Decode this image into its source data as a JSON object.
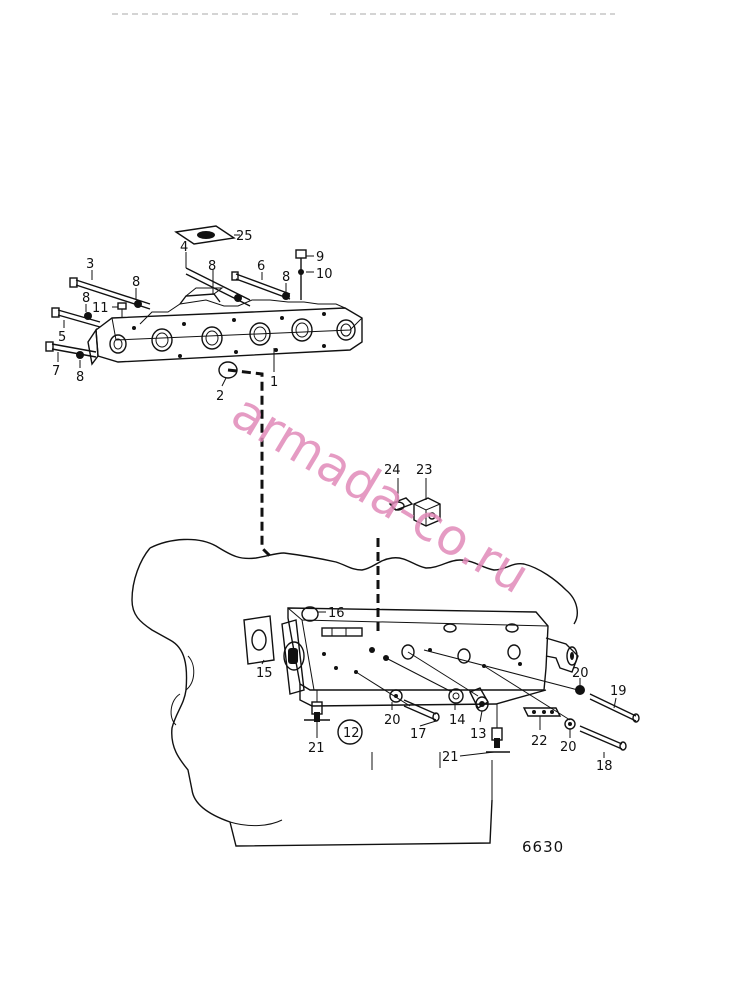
{
  "figure_number": "6630",
  "watermark": "armada-co.ru",
  "callouts": {
    "c25": "25",
    "c4": "4",
    "c9": "9",
    "c10": "10",
    "c3": "3",
    "c6": "6",
    "c8a": "8",
    "c8b": "8",
    "c8c": "8",
    "c8d": "8",
    "c11": "11",
    "c5": "5",
    "c7": "7",
    "c2": "2",
    "c1": "1",
    "c24": "24",
    "c23": "23",
    "c16": "16",
    "c15": "15",
    "c12": "12",
    "c20a": "20",
    "c20b": "20",
    "c20c": "20",
    "c14": "14",
    "c13": "13",
    "c17": "17",
    "c21a": "21",
    "c21b": "21",
    "c22": "22",
    "c19": "19",
    "c18": "18"
  }
}
